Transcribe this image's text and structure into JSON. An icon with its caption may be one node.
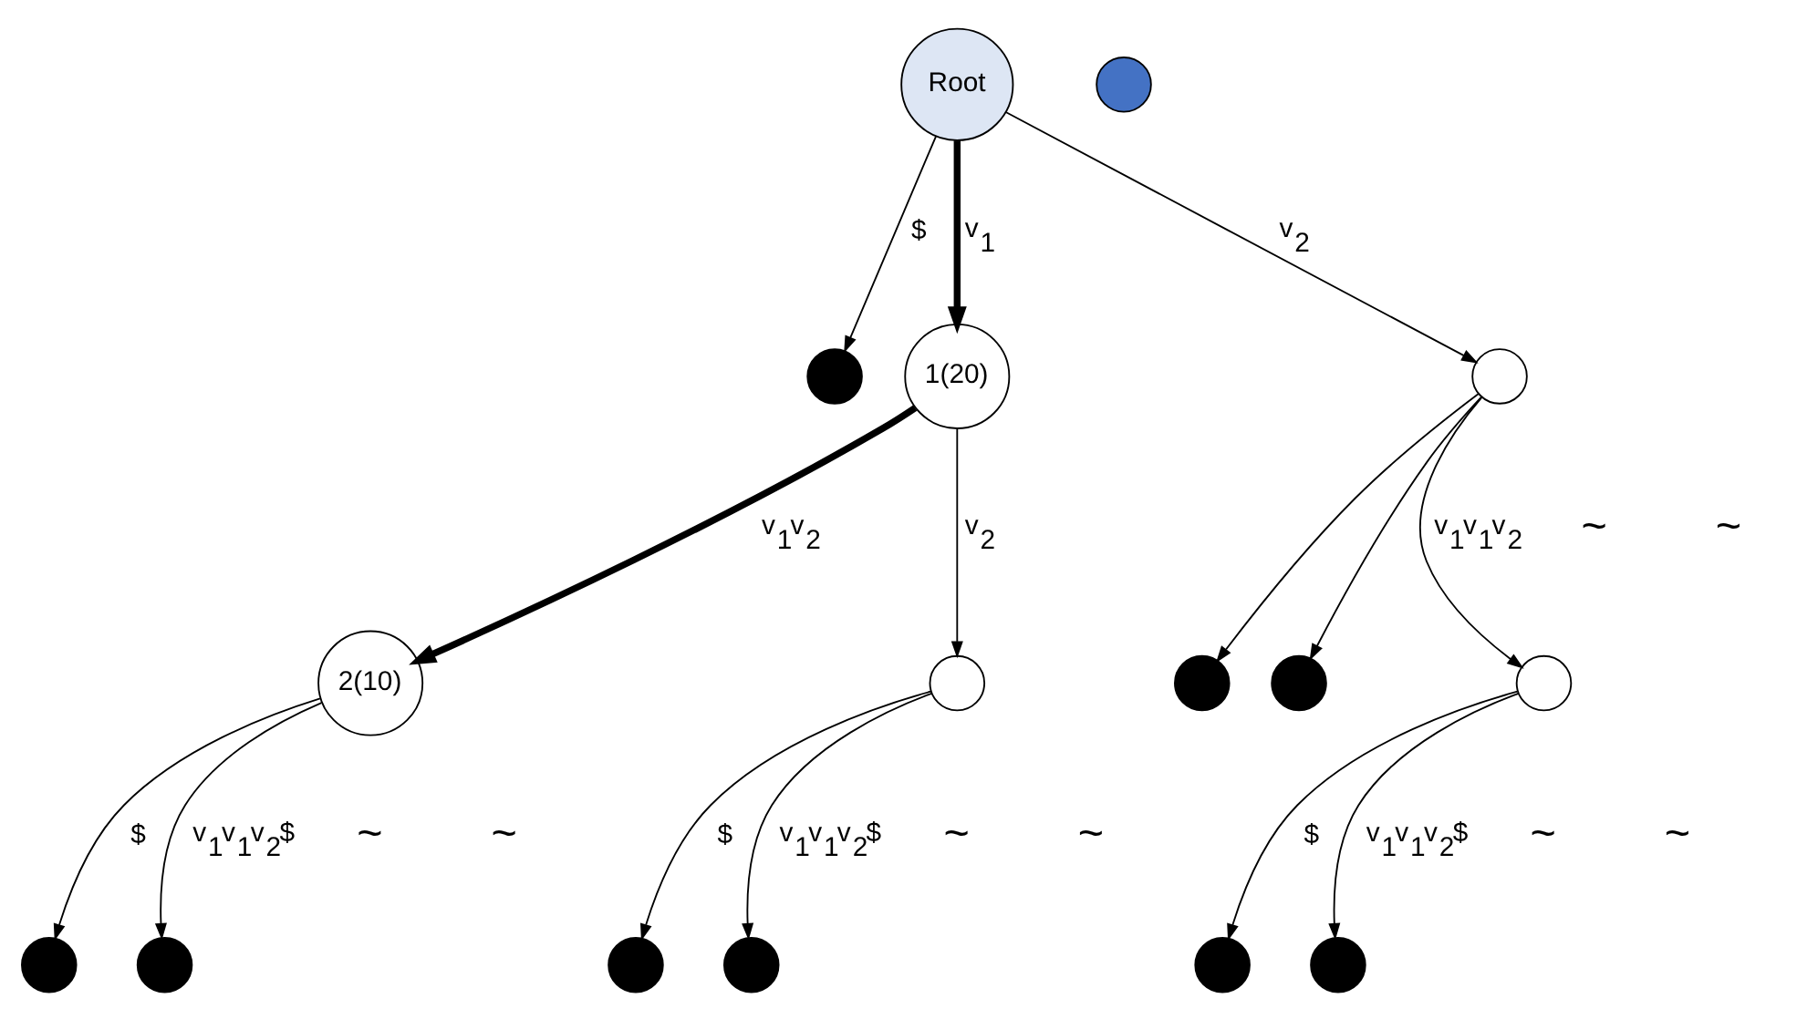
{
  "diagram": {
    "nodes": [
      {
        "text": [
          "Root"
        ]
      },
      {
        "text": [],
        "shape": "circle"
      },
      {
        "text": [],
        "shape": "circle"
      },
      {
        "text": [
          "1(20)"
        ]
      },
      {
        "text": [],
        "shape": "circle"
      },
      {
        "text": [
          "2(10)"
        ]
      },
      {
        "text": [],
        "shape": "circle"
      },
      {
        "text": [],
        "shape": "circle"
      },
      {
        "text": [],
        "shape": "circle"
      },
      {
        "text": [],
        "shape": "circle"
      },
      {
        "text": [],
        "shape": "circle"
      },
      {
        "text": [],
        "shape": "circle"
      },
      {
        "text": [],
        "shape": "circle"
      },
      {
        "text": [],
        "shape": "circle"
      },
      {
        "text": [],
        "shape": "circle"
      },
      {
        "text": [],
        "shape": "circle"
      }
    ],
    "edges": [
      {
        "from": 0,
        "to": 2,
        "arrow": "to",
        "label": "$"
      },
      {
        "from": 0,
        "to": 3,
        "arrow": "to",
        "label": "v$_{1}$",
        "style": "thick"
      },
      {
        "from": 0,
        "to": 4,
        "arrow": "to",
        "label": "v$_{2}$"
      },
      {
        "from": 3,
        "to": 5,
        "arrow": "to",
        "label": "v$_{1}$v$_{2}$",
        "style": "thick"
      },
      {
        "from": 3,
        "to": 6,
        "arrow": "to",
        "label": "v$_{2}$"
      },
      {
        "from": 4,
        "to": 7,
        "arrow": "to"
      },
      {
        "from": 4,
        "to": 8,
        "arrow": "to"
      },
      {
        "from": 4,
        "to": 9,
        "arrow": "to",
        "label": "v$_{1}$v$_{1}$v$_{2}$"
      },
      {
        "from": 5,
        "to": 10,
        "arrow": "to",
        "label": "$"
      },
      {
        "from": 5,
        "to": 11,
        "arrow": "to",
        "label": "v$_{1}$v$_{1}$v$_{2}$$"
      },
      {
        "from": 6,
        "to": 12,
        "arrow": "to",
        "label": "$"
      },
      {
        "from": 6,
        "to": 13,
        "arrow": "to",
        "label": "v$_{1}$v$_{1}$v$_{2}$$"
      },
      {
        "from": 9,
        "to": 14,
        "arrow": "to",
        "label": "$"
      },
      {
        "from": 9,
        "to": 15,
        "arrow": "to",
        "label": "v$_{1}$v$_{1}$v$_{2}$$"
      }
    ],
    "labels": [
      "~",
      "~",
      "~",
      "~",
      "~",
      "~",
      "~",
      "~"
    ]
  }
}
